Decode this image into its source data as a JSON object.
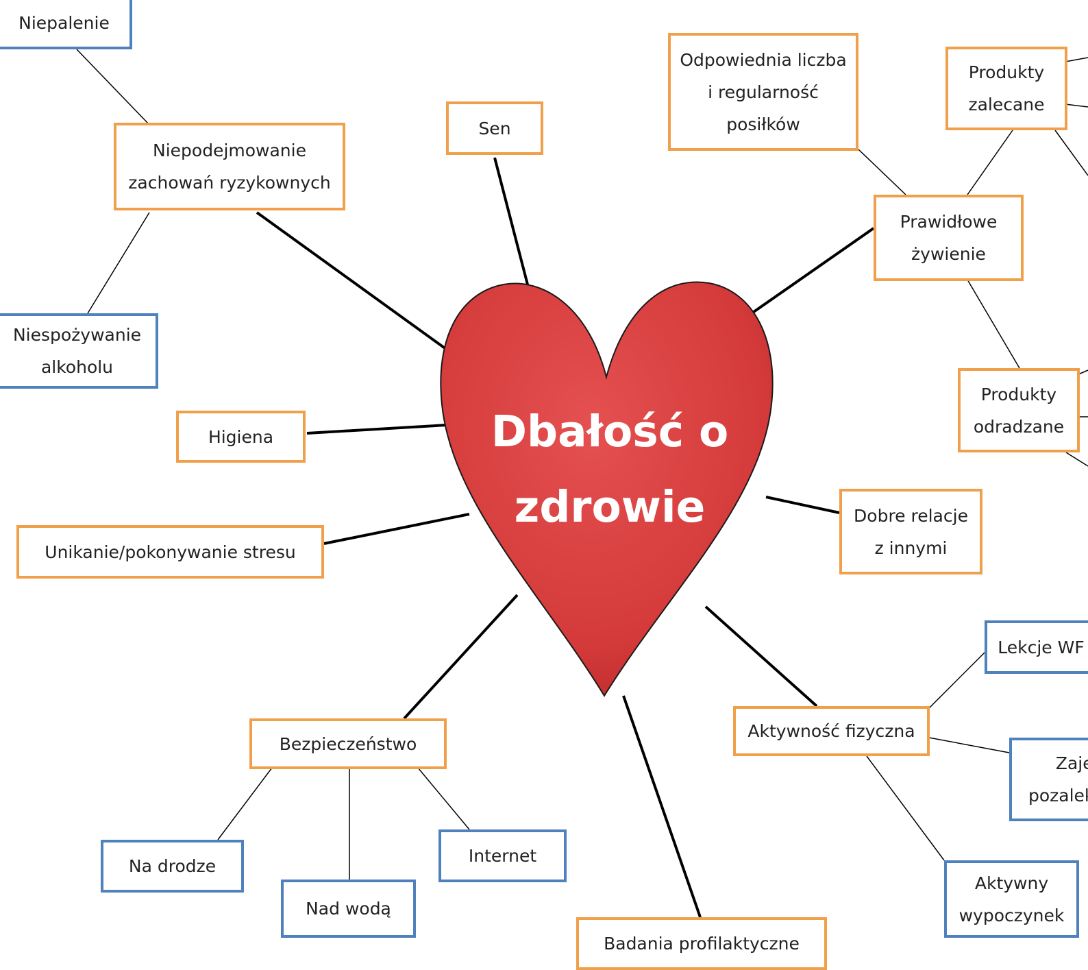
{
  "colors": {
    "primary_border": "#f0a04b",
    "secondary_border": "#4f81bd",
    "heart_fill": "#d93a3a",
    "heart_text": "#ffffff",
    "text": "#222222",
    "connector": "#000000"
  },
  "center": {
    "line1": "Dbałość o",
    "line2": "zdrowie"
  },
  "primary": {
    "ryzykowne": {
      "line1": "Niepodejmowanie",
      "line2": "zachowań ryzykownych"
    },
    "sen": "Sen",
    "higiena": "Higiena",
    "stres": "Unikanie/pokonywanie stresu",
    "bezpieczenstwo": "Bezpieczeństwo",
    "badania": "Badania profilaktyczne",
    "aktywnosc": "Aktywność fizyczna",
    "relacje": {
      "line1": "Dobre relacje",
      "line2": "z innymi"
    },
    "zywienie": {
      "line1": "Prawidłowe",
      "line2": "żywienie"
    }
  },
  "secondary": {
    "niepalenie": "Niepalenie",
    "alkohol": {
      "line1": "Niespożywanie",
      "line2": "alkoholu"
    },
    "na_drodze": "Na drodze",
    "nad_woda": "Nad wodą",
    "internet": "Internet",
    "lekcje_wf": "Lekcje WF",
    "zajecia": {
      "line1": "Zaję",
      "line2": "pozalek"
    },
    "wypoczynek": {
      "line1": "Aktywny",
      "line2": "wypoczynek"
    },
    "posilki": {
      "line1": "Odpowiednia liczba",
      "line2": "i regularność",
      "line3": "posiłków"
    },
    "zalecane": {
      "line1": "Produkty",
      "line2": "zalecane"
    },
    "odradzane": {
      "line1": "Produkty",
      "line2": "odradzane"
    }
  }
}
